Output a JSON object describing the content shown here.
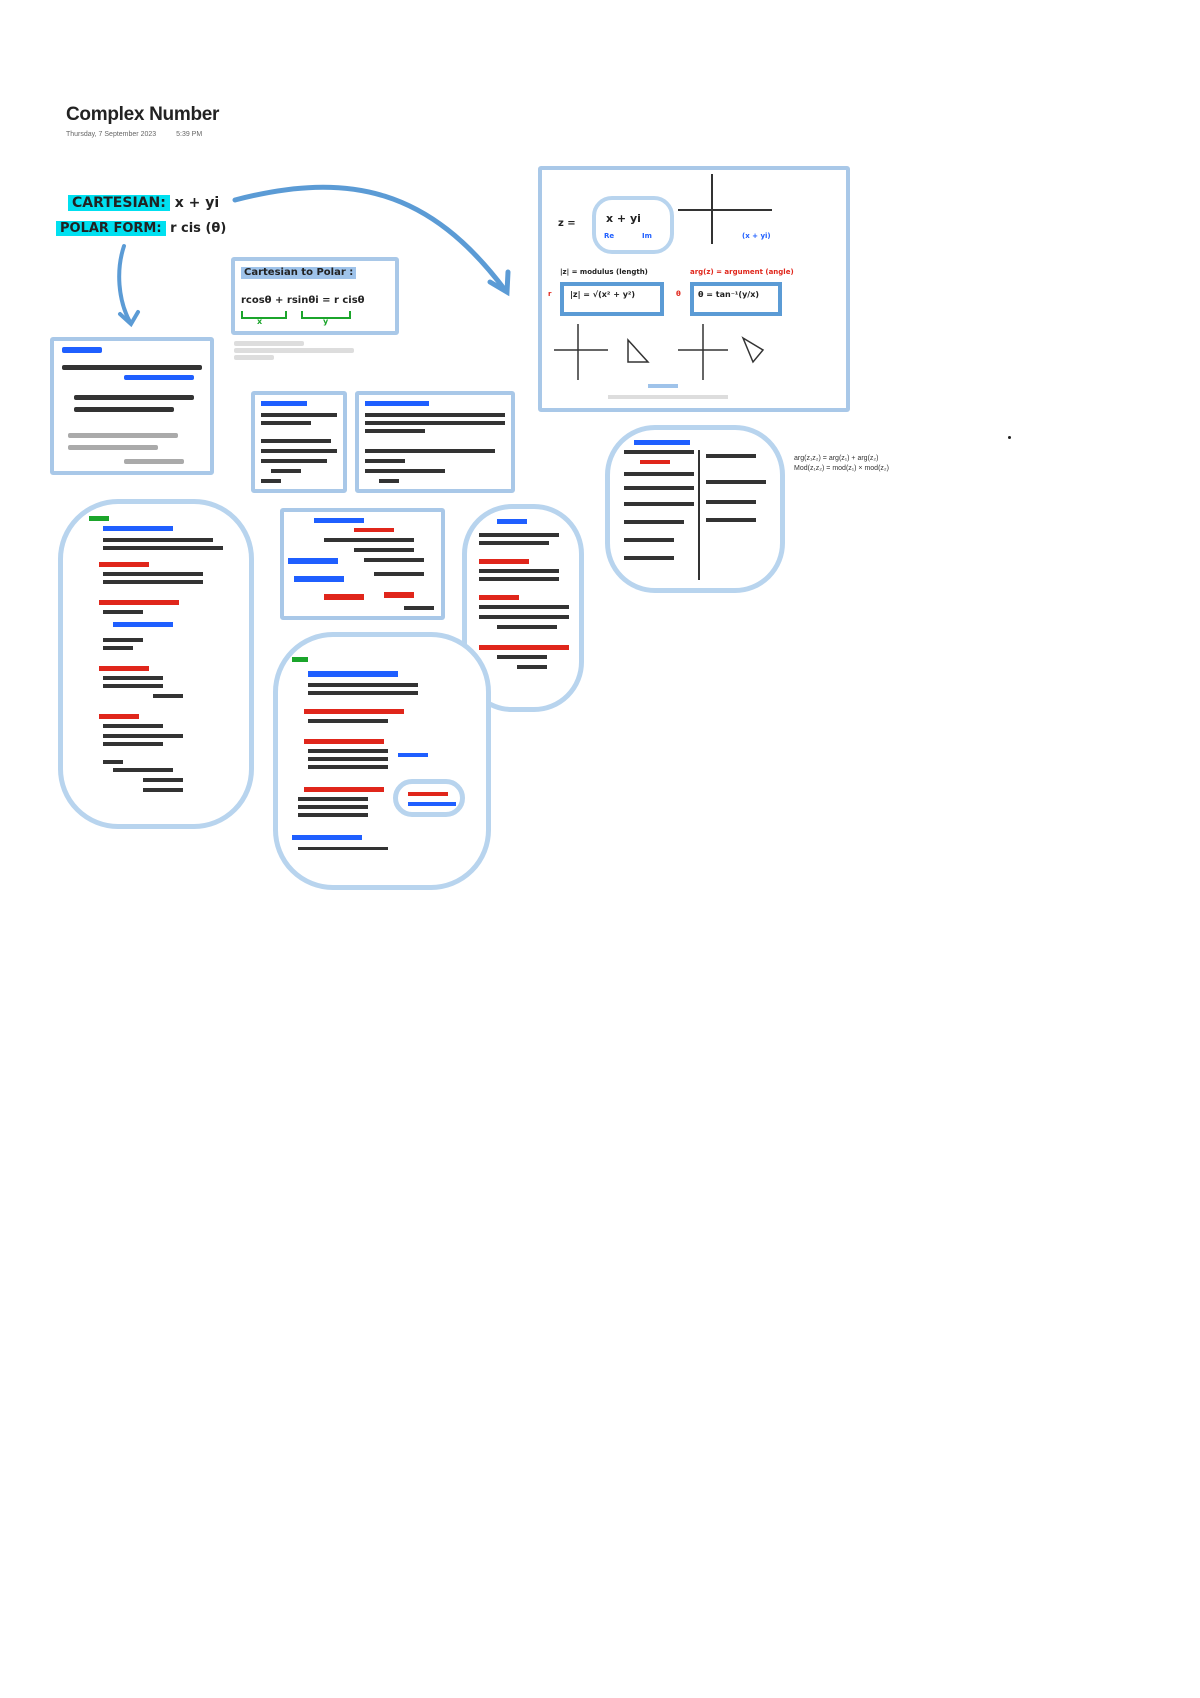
{
  "page": {
    "title": "Complex Number",
    "date": "Thursday, 7 September 2023",
    "time": "5:39 PM"
  },
  "header": {
    "cartesian_label": "CARTESIAN:",
    "cartesian_formula": "x + yi",
    "polar_label": "POLAR FORM:",
    "polar_formula": "r cis (θ)"
  },
  "cart_to_polar": {
    "title": "Cartesian to Polar :",
    "formula": "rcosθ + rsinθi = r cisθ",
    "x_label": "x",
    "y_label": "y"
  },
  "argand": {
    "z_label": "z =",
    "z_formula": "x + yi",
    "re_label": "Re",
    "im_label": "Im",
    "point": "(x + yi)",
    "modulus_label": "|z| = modulus (length)",
    "modulus_formula": "|z| = √(x² + y²)",
    "arg_label": "arg(z) = argument (angle)",
    "arg_formula": "θ = tan⁻¹(y/x)",
    "r_mark": "r",
    "theta_mark": "θ"
  },
  "colors": {
    "cyan_highlight": "#00e0f0",
    "box_border": "#a9c8e8",
    "arrow": "#5b9bd5",
    "blue_ink": "#1f5fff",
    "red_ink": "#e0261b",
    "green_ink": "#1ba52b"
  },
  "side_note": {
    "line1": "arg(z₁z₂) = arg(z₁) + arg(z₂)",
    "line2": "Mod(z₁z₂) = mod(z₁) × mod(z₂)"
  }
}
